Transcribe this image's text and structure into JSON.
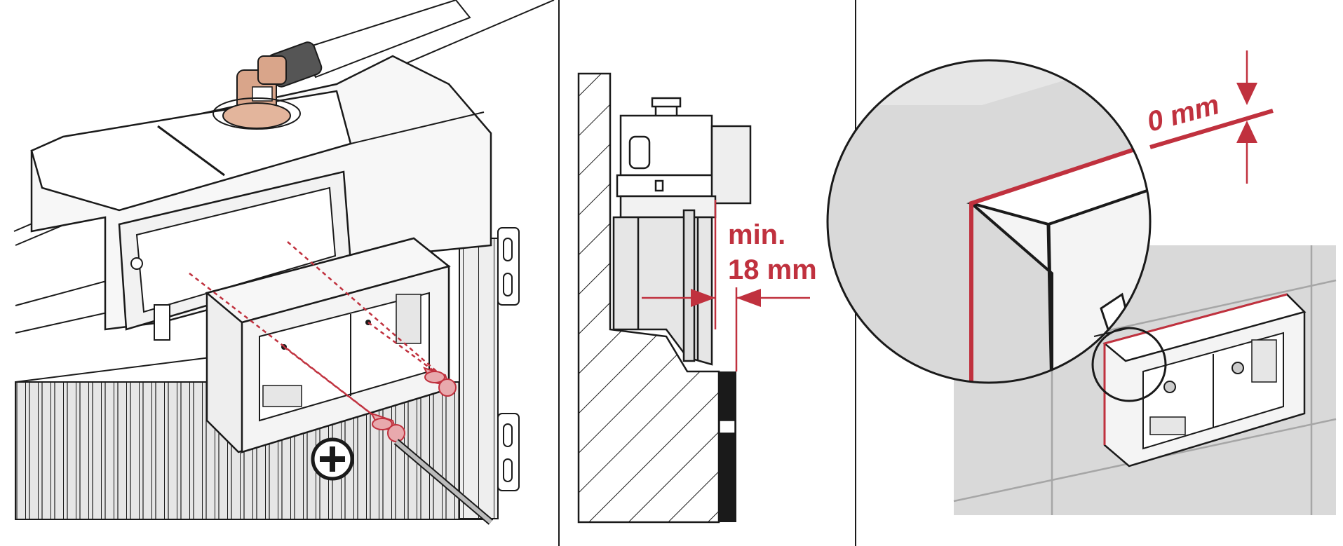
{
  "panels": {
    "mounting": {
      "tool_symbol": "phillips-screwdriver"
    },
    "cross_section": {
      "dimension_line1": "min.",
      "dimension_line2": "18 mm"
    },
    "flush_detail": {
      "dimension": "0 mm"
    }
  },
  "colors": {
    "accent_red": "#c0313e",
    "screw_pink": "#e8a9ad",
    "fitting_copper": "#d9a58a",
    "line_dark": "#1a1a1a",
    "tile_gray": "#d9d9d9",
    "grout_gray": "#a6a6a6"
  }
}
